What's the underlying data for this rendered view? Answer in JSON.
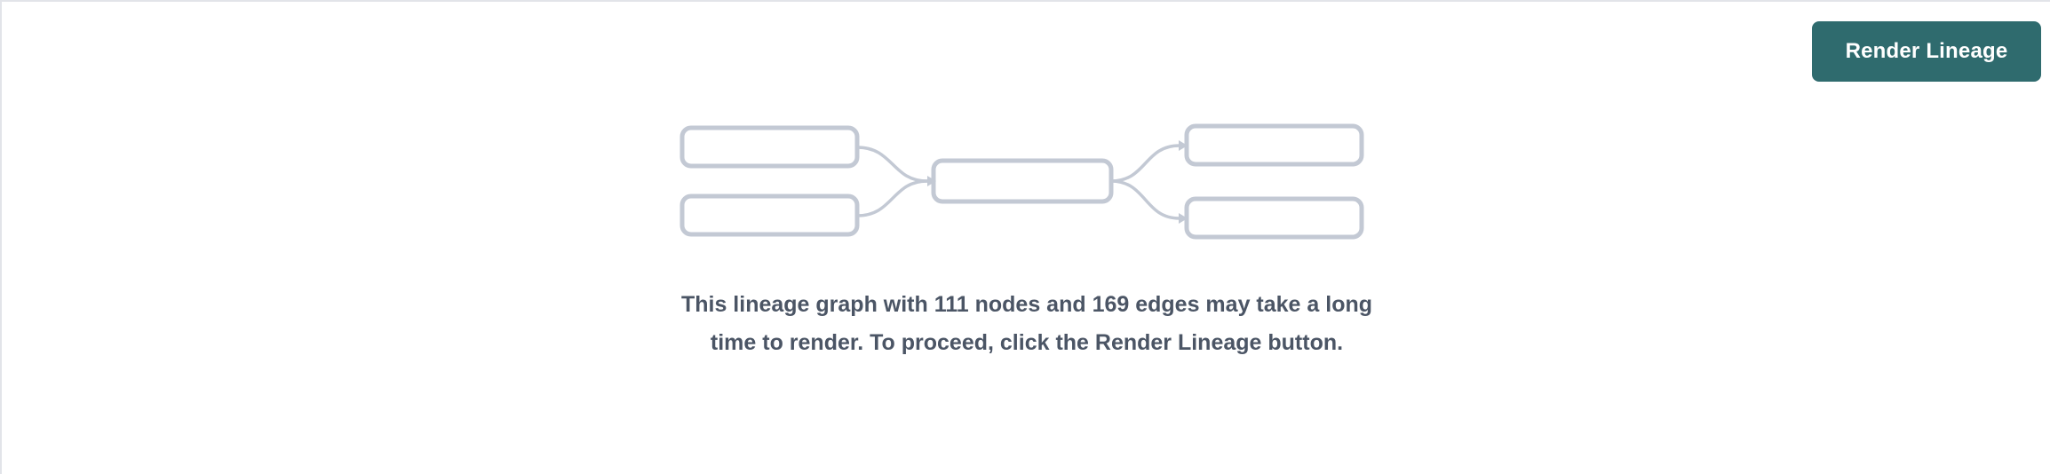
{
  "panel": {
    "name": "lineage-empty-state-panel"
  },
  "toolbar": {
    "render_lineage_label": "Render Lineage"
  },
  "empty_state": {
    "message": "This lineage graph with 111 nodes and 169 edges may take a long time to render. To proceed, click the Render Lineage button.",
    "node_count": 111,
    "edge_count": 169,
    "graph_illustration": {
      "icon_name": "lineage-graph-placeholder-icon",
      "nodes": [
        {
          "id": "upstream-1",
          "label": ""
        },
        {
          "id": "upstream-2",
          "label": ""
        },
        {
          "id": "focus",
          "label": ""
        },
        {
          "id": "downstream-1",
          "label": ""
        },
        {
          "id": "downstream-2",
          "label": ""
        }
      ],
      "edges": [
        {
          "from": "upstream-1",
          "to": "focus"
        },
        {
          "from": "upstream-2",
          "to": "focus"
        },
        {
          "from": "focus",
          "to": "downstream-1"
        },
        {
          "from": "focus",
          "to": "downstream-2"
        }
      ]
    }
  },
  "colors": {
    "accent": "#2f6b6e",
    "message_text": "#4b5565",
    "node_stroke": "#c3c9d4",
    "panel_border": "#e2e4e9",
    "background": "#ffffff"
  }
}
